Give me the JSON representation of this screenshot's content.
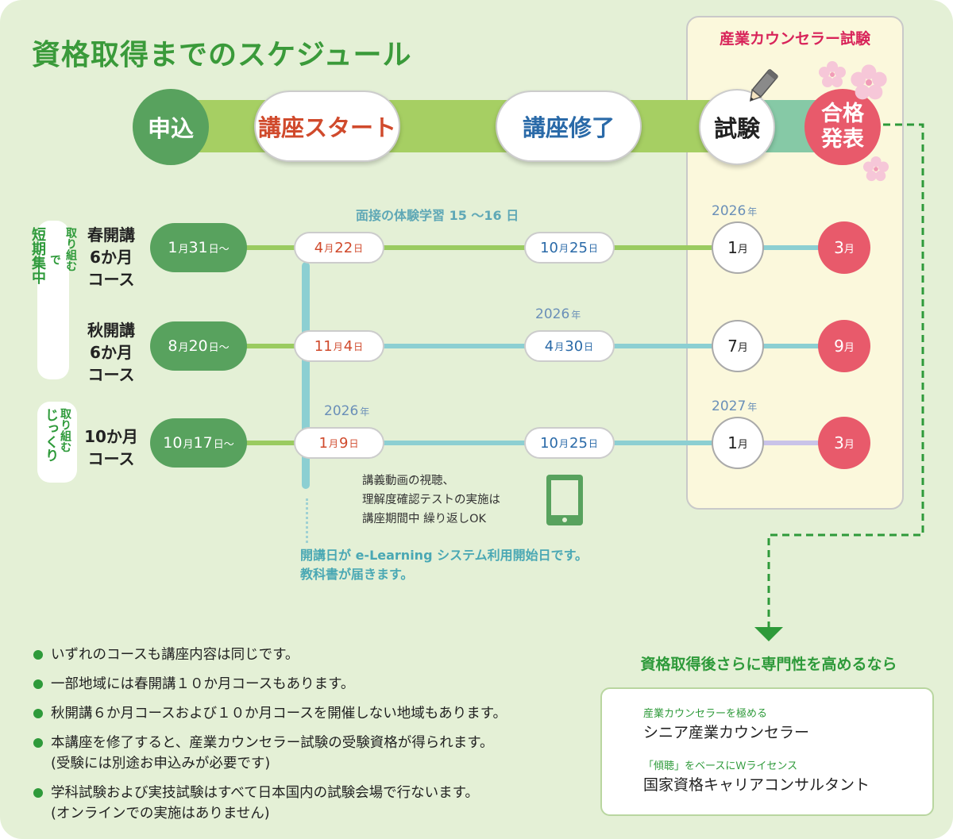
{
  "title": "資格取得までのスケジュール",
  "exam_panel_title": "産業カウンセラー試験",
  "stages": {
    "apply": "申込",
    "start": "講座スタート",
    "finish": "講座修了",
    "exam": "試験",
    "result_line1": "合格",
    "result_line2": "発表"
  },
  "side_labels": {
    "intensive_1": "短期集中",
    "intensive_2": "で",
    "intensive_3": "取り組む",
    "relaxed_1": "じっくり",
    "relaxed_2": "取り組む"
  },
  "annotations": {
    "interview": "面接の体験学習 15 〜16 日",
    "elearning_1": "講義動画の視聴、",
    "elearning_2": "理解度確認テストの実施は",
    "elearning_3": "講座期間中 繰り返しOK",
    "note_start_1": "開講日が e-Learning システム利用開始日です。",
    "note_start_2": "教科書が届きます。"
  },
  "courses": [
    {
      "label_1": "春開講",
      "label_2": "6か月",
      "label_3": "コース",
      "apply_num": "1",
      "apply_m": "月",
      "apply_d": "31",
      "apply_suffix": "日〜",
      "start_m": "4",
      "start_d": "22",
      "finish_m": "10",
      "finish_d": "25",
      "exam_year": "2026",
      "exam_m": "1",
      "result_m": "3"
    },
    {
      "label_1": "秋開講",
      "label_2": "6か月",
      "label_3": "コース",
      "apply_num": "8",
      "apply_m": "月",
      "apply_d": "20",
      "apply_suffix": "日〜",
      "start_m": "11",
      "start_d": "4",
      "finish_year": "2026",
      "finish_m": "4",
      "finish_d": "30",
      "exam_m": "7",
      "result_m": "9"
    },
    {
      "label_1": "10か月",
      "label_2": "コース",
      "apply_num": "10",
      "apply_m": "月",
      "apply_d": "17",
      "apply_suffix": "日〜",
      "start_year": "2026",
      "start_m": "1",
      "start_d": "9",
      "finish_m": "10",
      "finish_d": "25",
      "exam_year": "2027",
      "exam_m": "1",
      "result_m": "3"
    }
  ],
  "units": {
    "year": "年",
    "month": "月",
    "day": "日"
  },
  "next_step_title": "資格取得後さらに専門性を高めるなら",
  "next_steps": [
    {
      "sub": "産業カウンセラーを極める",
      "main": "シニア産業カウンセラー"
    },
    {
      "sub": "「傾聴」をベースにＷライセンス",
      "main": "国家資格キャリアコンサルタント"
    }
  ],
  "notes": [
    "いずれのコースも講座内容は同じです。",
    "一部地域には春開講１０か月コースもあります。",
    "秋開講６か月コースおよび１０か月コースを開催しない地域もあります。",
    "本講座を修了すると、産業カウンセラー試験の受験資格が得られます。",
    "(受験には別途お申込みが必要です)",
    "学科試験および実技試験はすべて日本国内の試験会場で行ないます。",
    "(オンラインでの実施はありません)"
  ],
  "colors": {
    "brand_green": "#2e9a3a",
    "exam_red": "#d8245a",
    "result_pink": "#e85a6b",
    "date_red": "#d04a2c",
    "date_blue": "#2a6aa8",
    "band_green": "#a6cf63",
    "band_teal": "#86c9a6"
  }
}
